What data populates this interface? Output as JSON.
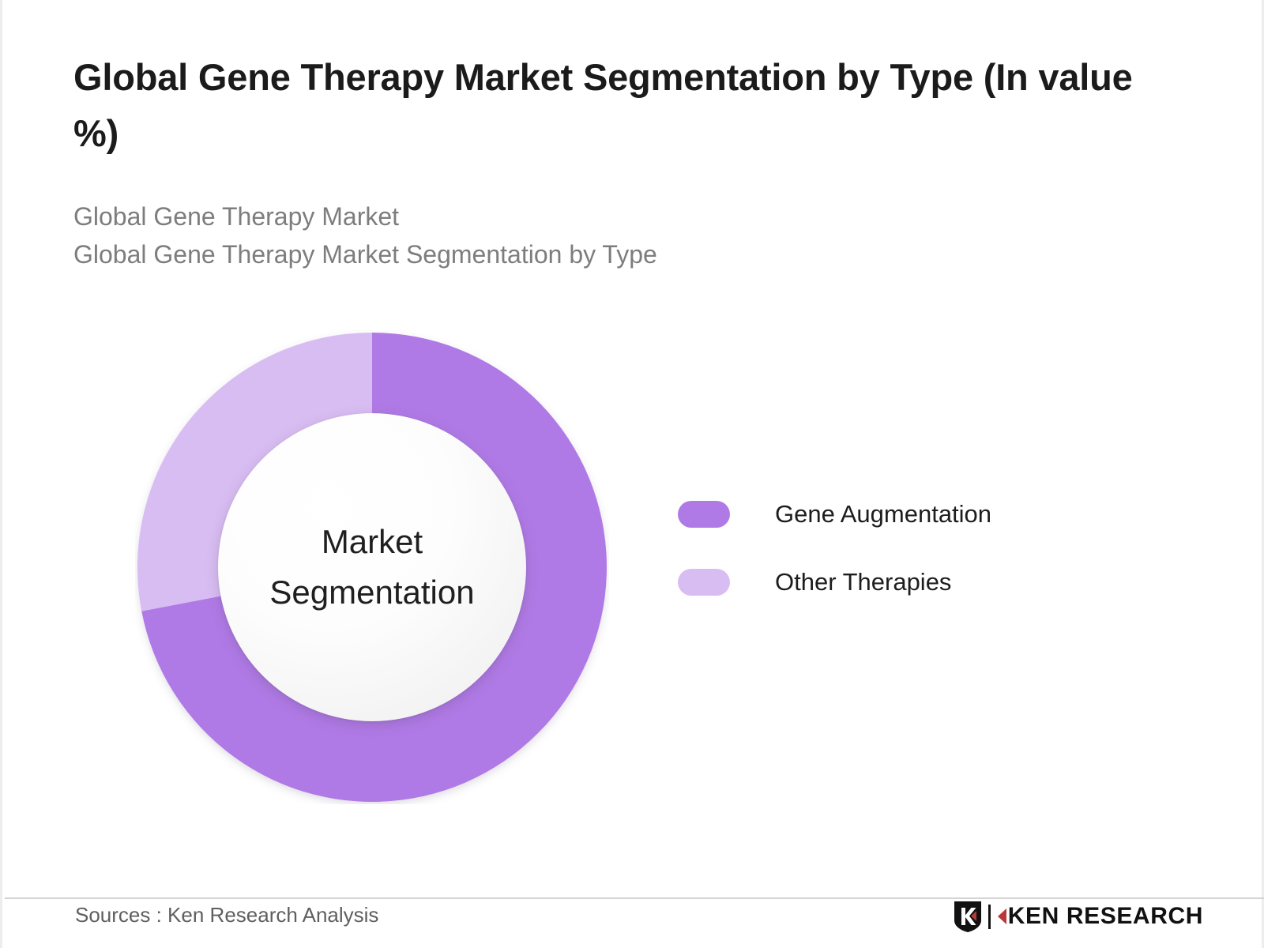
{
  "header": {
    "title": "Global Gene Therapy Market Segmentation by Type (In value %)",
    "subtitle_line1": "Global Gene Therapy Market",
    "subtitle_line2": "Global Gene Therapy Market Segmentation by Type"
  },
  "donut": {
    "center_line1": "Market",
    "center_line2": "Segmentation"
  },
  "legend": {
    "items": [
      {
        "label": "Gene Augmentation",
        "color": "#b07ae6"
      },
      {
        "label": "Other Therapies",
        "color": "#d8bdf2"
      }
    ]
  },
  "footer": {
    "source": "Sources : Ken Research Analysis",
    "brand_name": "KEN RESEARCH",
    "brand_mark_letter": "K"
  },
  "colors": {
    "accent_dark": "#b07ae6",
    "accent_light": "#d8bdf2",
    "brand_red": "#b63a3a",
    "text_primary": "#1b1b1b",
    "text_muted": "#7d7d7d",
    "background": "#ffffff"
  },
  "chart_data": {
    "type": "pie",
    "variant": "donut",
    "title": "Global Gene Therapy Market Segmentation by Type (In value %)",
    "subtitle": "Global Gene Therapy Market / Global Gene Therapy Market Segmentation by Type",
    "center_label": "Market Segmentation",
    "unit": "%",
    "start_angle_deg": 0,
    "direction": "clockwise",
    "inner_radius_ratio": 0.65,
    "legend_position": "right",
    "grid": false,
    "categories": [
      "Gene Augmentation",
      "Other Therapies"
    ],
    "values": [
      72,
      28
    ],
    "colors": [
      "#b07ae6",
      "#d8bdf2"
    ],
    "slices": [
      {
        "label": "Gene Augmentation",
        "value": 72,
        "color": "#b07ae6",
        "start_angle_deg": 0,
        "end_angle_deg": 259.2
      },
      {
        "label": "Other Therapies",
        "value": 28,
        "color": "#d8bdf2",
        "start_angle_deg": 259.2,
        "end_angle_deg": 360
      }
    ],
    "data_labels_shown": false
  }
}
